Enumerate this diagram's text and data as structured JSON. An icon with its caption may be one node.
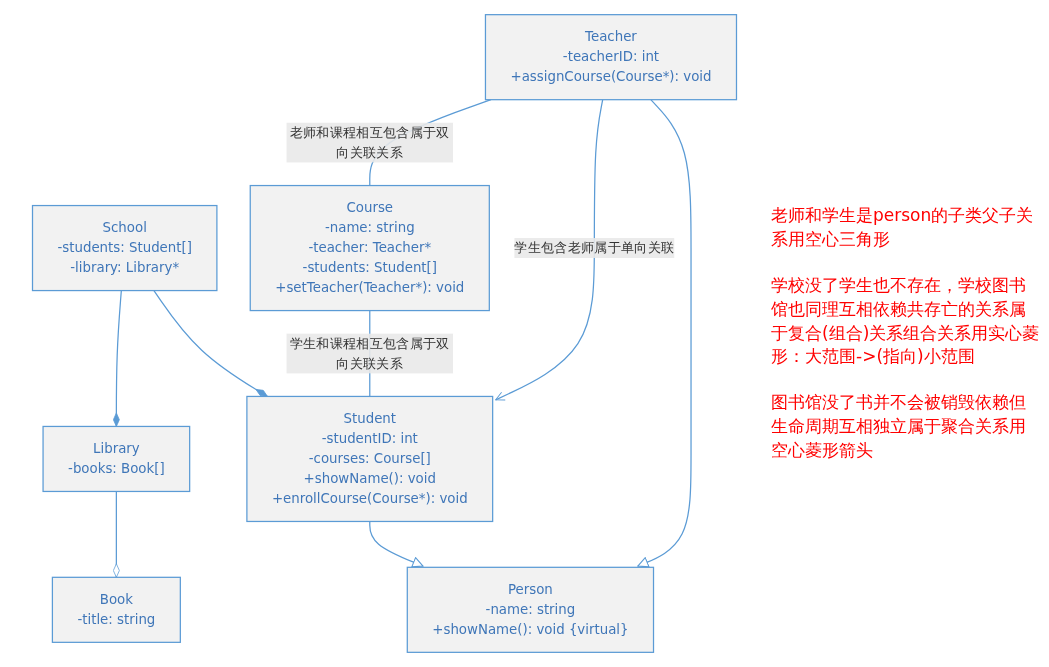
{
  "diagram": {
    "nodes": [
      {
        "text": [
          "Person",
          "-name: string",
          "+showName(): void {virtual}"
        ]
      },
      {
        "text": [
          "Student",
          "-studentID: int",
          "-courses: Course[]",
          "+showName(): void",
          "+enrollCourse(Course*): void"
        ]
      },
      {
        "text": [
          "School",
          "-students: Student[]",
          "-library: Library*"
        ]
      },
      {
        "text": [
          "Teacher",
          "-teacherID: int",
          "+assignCourse(Course*): void"
        ]
      },
      {
        "text": [
          "Library",
          "-books: Book[]"
        ]
      },
      {
        "text": [
          "Course",
          "-name: string",
          "-teacher: Teacher*",
          "-students: Student[]",
          "+setTeacher(Teacher*): void"
        ]
      },
      {
        "text": [
          "Book",
          "-title: string"
        ]
      }
    ],
    "edges": [
      {
        "from": 1,
        "to": 0,
        "arrow": "to"
      },
      {
        "from": 3,
        "to": 0,
        "arrow": "to"
      },
      {
        "from": 2,
        "to": 1,
        "arrow": "other"
      },
      {
        "from": 3,
        "to": 1,
        "arrow": "to",
        "label": "学生包含老师属于单向关联"
      },
      {
        "from": 3,
        "to": 5,
        "arrow": "none",
        "label": "老师和课程相互包含属于双向关联关系"
      },
      {
        "from": 5,
        "to": 1,
        "arrow": "none",
        "label": "学生和课程相互包含属于双向关联关系"
      },
      {
        "from": 2,
        "to": 4,
        "arrow": "other"
      },
      {
        "from": 4,
        "to": 6,
        "arrow": "other"
      }
    ],
    "labels": [
      "老师和学生是person的子类父子关系用空心三角形",
      "学校没了学生也不存在，学校图书馆也同理互相依赖共存亡的关系属于复合(组合)关系组合关系用实心菱形：大范围->(指向)小范围",
      "图书馆没了书并不会被销毁依赖但生命周期互相独立属于聚合关系用空心菱形箭头"
    ]
  }
}
